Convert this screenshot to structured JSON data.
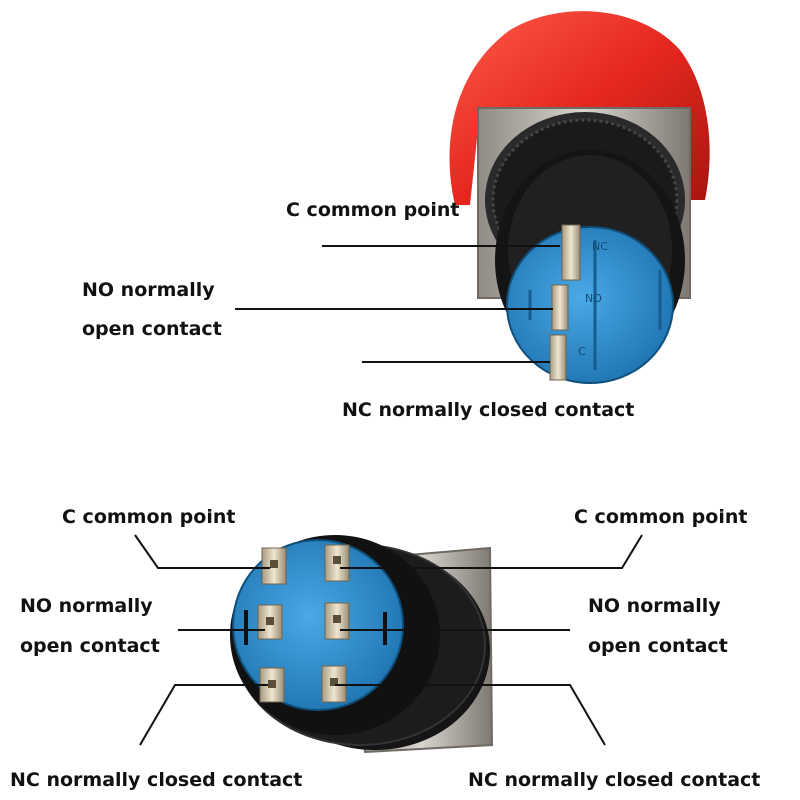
{
  "colors": {
    "button_red": "#e5281f",
    "contact_block_blue": "#2b8fd0",
    "body_black": "#161616",
    "bracket_metal": "#b9b4ad",
    "leader_line": "#111111"
  },
  "top_view": {
    "labels": {
      "c_common": "C common point",
      "no_line1": "NO normally",
      "no_line2": "open contact",
      "nc": "NC normally closed contact"
    },
    "block_marks": {
      "nc": "NC",
      "no": "NO",
      "c": "C"
    }
  },
  "bottom_view": {
    "left": {
      "c_common": "C common point",
      "no_line1": "NO normally",
      "no_line2": "open contact",
      "nc": "NC normally closed contact"
    },
    "right": {
      "c_common": "C common point",
      "no_line1": "NO normally",
      "no_line2": "open contact",
      "nc": "NC normally closed contact"
    }
  }
}
